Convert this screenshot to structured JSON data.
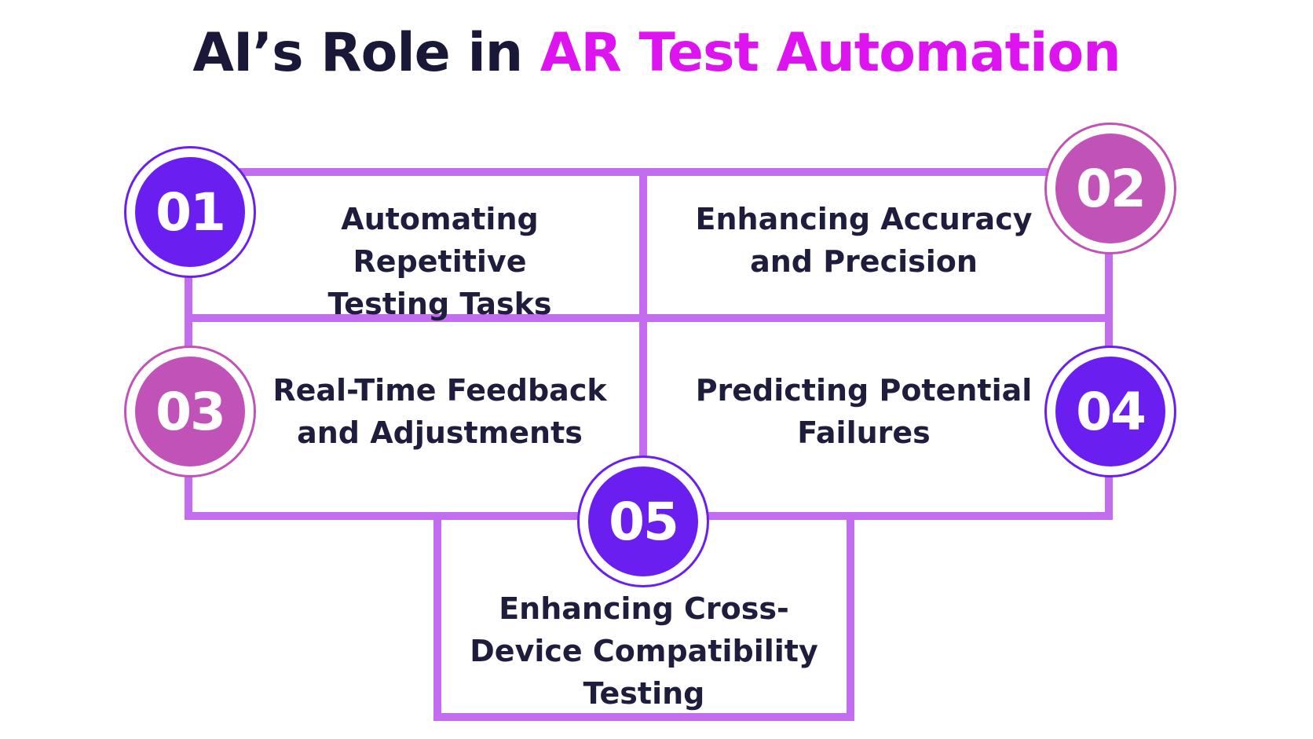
{
  "title": {
    "part1": "AI’s Role in ",
    "part2": "AR Test Automation"
  },
  "colors": {
    "accent": "#dd14f0",
    "frame": "#c46cf0",
    "badge_purple": "#6a1ff0",
    "badge_pink": "#c052b8",
    "text_dark": "#1f1d3d"
  },
  "items": [
    {
      "number": "01",
      "label": "Automating Repetitive\nTesting Tasks"
    },
    {
      "number": "02",
      "label": "Enhancing Accuracy\nand Precision"
    },
    {
      "number": "03",
      "label": "Real-Time Feedback\nand Adjustments"
    },
    {
      "number": "04",
      "label": "Predicting Potential\nFailures"
    },
    {
      "number": "05",
      "label": "Enhancing Cross-\nDevice Compatibility\nTesting"
    }
  ]
}
